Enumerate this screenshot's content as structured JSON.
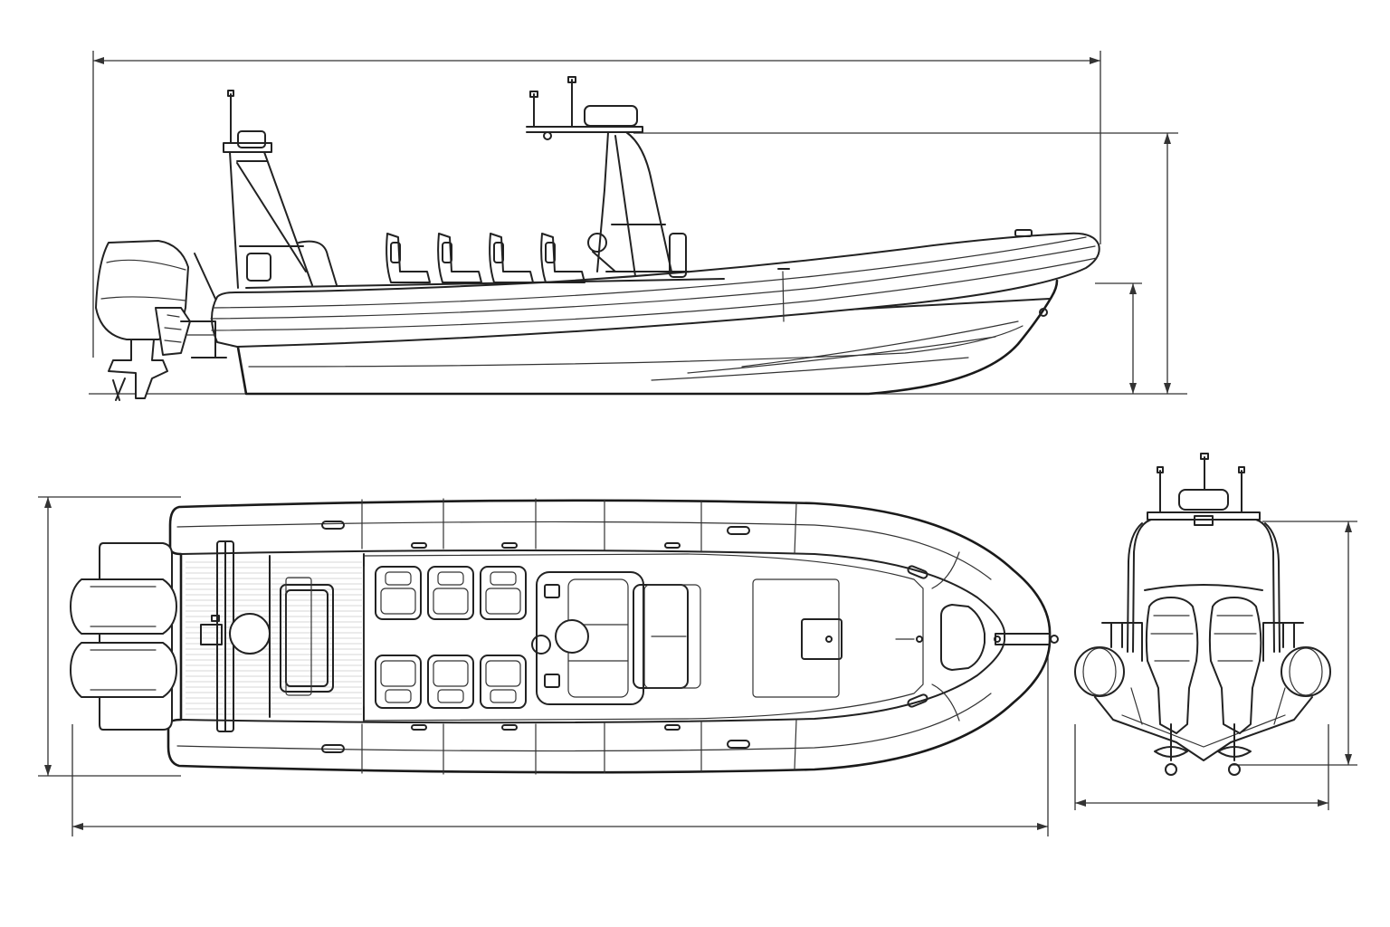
{
  "colors": {
    "line": "#222222",
    "background": "#ffffff"
  },
  "views": [
    "side-elevation",
    "plan-view",
    "stern-view"
  ]
}
